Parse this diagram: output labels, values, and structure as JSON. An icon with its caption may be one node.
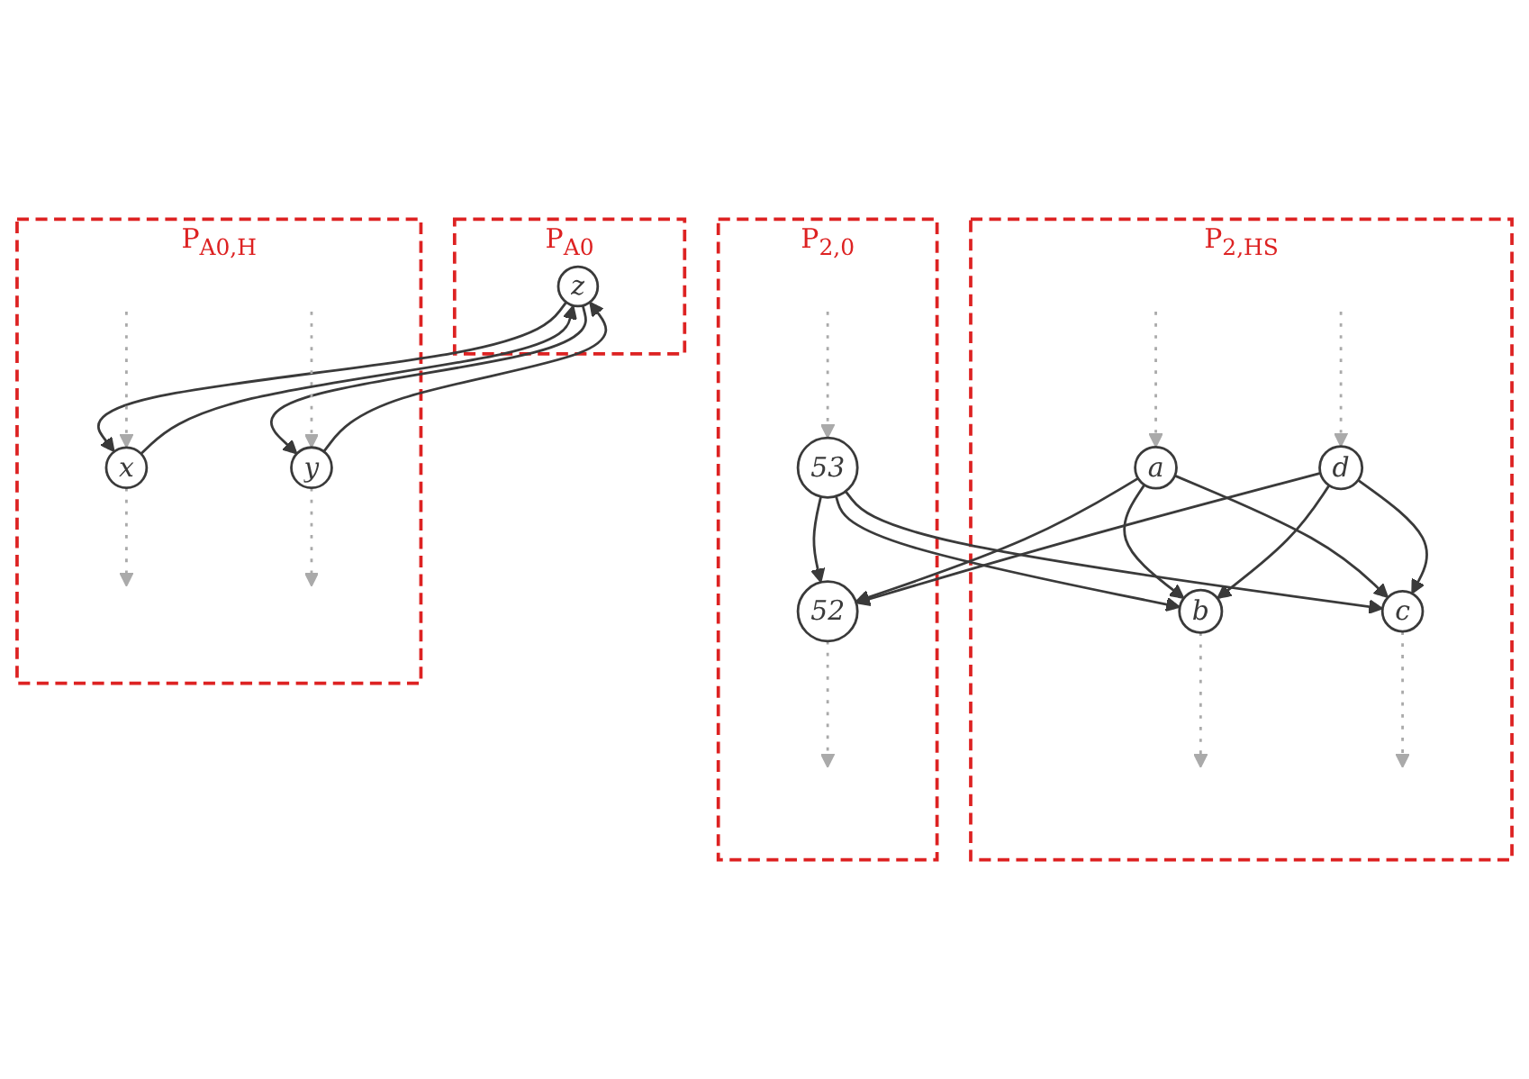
{
  "diagram": {
    "nodes": [
      {
        "text": [
          "P$_{2,HS}$"
        ]
      },
      {
        "text": [
          "a"
        ],
        "in": 0
      },
      {
        "text": [
          "b"
        ],
        "in": 0
      },
      {
        "text": [
          "c"
        ],
        "in": 0
      },
      {
        "text": [
          "d"
        ],
        "in": 0
      },
      {
        "text": [
          "P$_{2,0}$"
        ]
      },
      {
        "text": [
          "52"
        ],
        "in": 5
      },
      {
        "text": [
          "53"
        ],
        "in": 5
      },
      {
        "text": [
          "P$_{A0}$"
        ]
      },
      {
        "text": [
          "z"
        ],
        "in": 8
      },
      {
        "text": [
          "P$_{A0,H}$"
        ]
      },
      {
        "text": [
          "x"
        ],
        "in": 10
      },
      {
        "text": [
          "y"
        ],
        "in": 10
      }
    ],
    "edges": [
      {
        "from": 1,
        "to": 2,
        "arrow": "to"
      },
      {
        "from": 1,
        "to": 6,
        "arrow": "to"
      },
      {
        "from": 1,
        "to": 3,
        "arrow": "to"
      },
      {
        "from": 7,
        "to": 2,
        "arrow": "to"
      },
      {
        "from": 7,
        "to": 6,
        "arrow": "to"
      },
      {
        "from": 7,
        "to": 3,
        "arrow": "to"
      },
      {
        "from": 4,
        "to": 6,
        "arrow": "to"
      },
      {
        "from": 4,
        "to": 3,
        "arrow": "to"
      },
      {
        "from": 4,
        "to": 2,
        "arrow": "to"
      },
      {
        "from": 9,
        "to": 11,
        "arrow": "to"
      },
      {
        "from": 11,
        "to": 9,
        "arrow": "to"
      },
      {
        "from": 9,
        "to": 12,
        "arrow": "to"
      },
      {
        "from": 12,
        "to": 9,
        "arrow": "to"
      },
      {
        "from": null,
        "to": 1,
        "arrow": "to",
        "style": "dashed",
        "color": "#aaaaaa"
      },
      {
        "from": 2,
        "to": null,
        "arrow": "to",
        "style": "dashed",
        "color": "#aaaaaa"
      },
      {
        "from": 6,
        "to": null,
        "arrow": "to",
        "style": "dashed",
        "color": "#aaaaaa"
      },
      {
        "from": null,
        "to": 7,
        "arrow": "to",
        "style": "dashed",
        "color": "#aaaaaa"
      },
      {
        "from": 3,
        "to": null,
        "arrow": "to",
        "style": "dashed",
        "color": "#aaaaaa"
      },
      {
        "from": null,
        "to": 4,
        "arrow": "to",
        "style": "dashed",
        "color": "#aaaaaa"
      },
      {
        "from": null,
        "to": 11,
        "arrow": "to",
        "style": "dashed",
        "color": "#aaaaaa"
      },
      {
        "from": 11,
        "to": null,
        "arrow": "to",
        "style": "dashed",
        "color": "#aaaaaa"
      },
      {
        "from": null,
        "to": 12,
        "arrow": "to",
        "style": "dashed",
        "color": "#aaaaaa"
      },
      {
        "from": 12,
        "to": null,
        "arrow": "to",
        "style": "dashed",
        "color": "#aaaaaa"
      }
    ]
  }
}
